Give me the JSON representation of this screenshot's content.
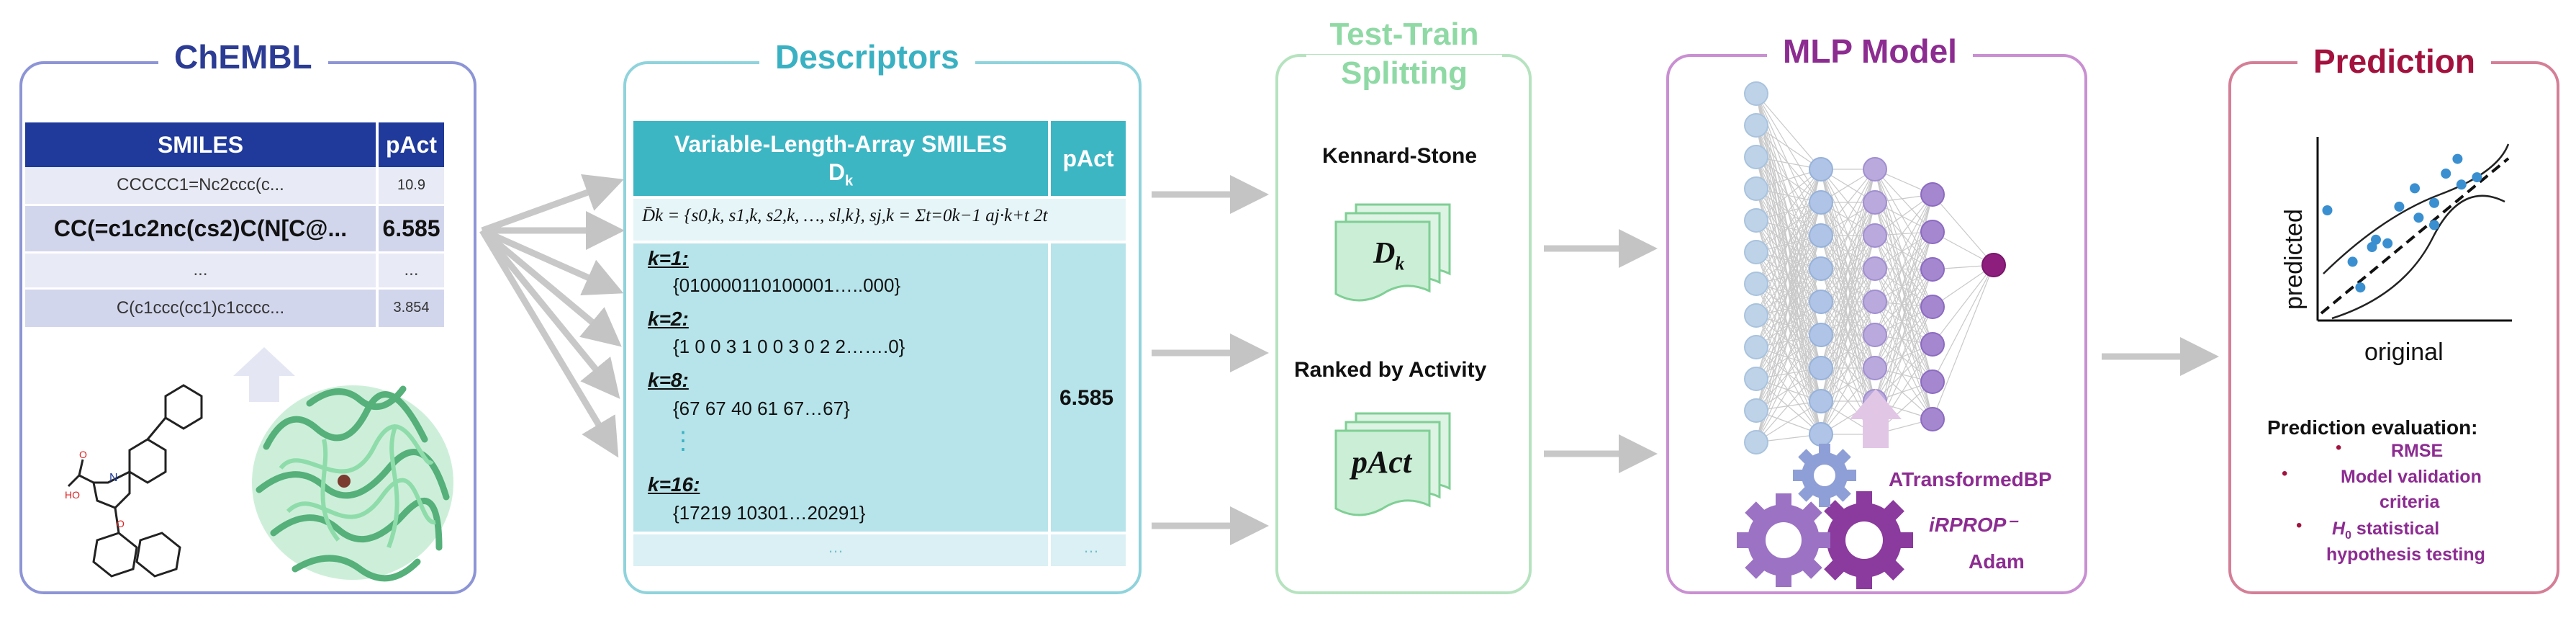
{
  "chembl": {
    "title": "ChEMBL",
    "headers": [
      "SMILES",
      "pAct"
    ],
    "rows": [
      {
        "smiles": "CCCCC1=Nc2ccc(c...",
        "pact": "10.9"
      },
      {
        "smiles": "CC(=c1c2nc(cs2)C(N[C@...",
        "pact": "6.585"
      },
      {
        "smiles": "...",
        "pact": "..."
      },
      {
        "smiles": "C(c1ccc(cc1)c1cccc...",
        "pact": "3.854"
      }
    ],
    "mol_atoms": [
      "N",
      "HO",
      "O",
      "O"
    ]
  },
  "descriptors": {
    "title": "Descriptors",
    "header_main": "Variable-Length-Array SMILES",
    "header_sub": "D",
    "header_sub_index": "k",
    "header_pact": "pAct",
    "formula": "D̄k = {s0,k, s1,k, s2,k, …, sl,k}, sj,k = Σt=0k−1 aj·k+t 2t",
    "entries": [
      {
        "k": "k=1:",
        "value": "{010000110100001…..000}"
      },
      {
        "k": "k=2:",
        "value": "{1 0 0 3 1 0 0 3 0 2 2…….0}"
      },
      {
        "k": "k=8:",
        "value": "{67 67 40 61 67…67}"
      },
      {
        "k": "k=16:",
        "value": "{17219 10301…20291}"
      }
    ],
    "ellipsis_v": "⋮",
    "pact_value": "6.585",
    "footer_left": "…",
    "footer_right": "…"
  },
  "split": {
    "title_line1": "Test-Train",
    "title_line2": "Splitting",
    "kennard": "Kennard-Stone",
    "doc1_main": "D",
    "doc1_sub": "k",
    "ranked": "Ranked by Activity",
    "doc2": "pAct"
  },
  "mlp": {
    "title": "MLP Model",
    "alg1": "ATransformedBP",
    "alg2": "iRPROP⁻",
    "alg3": "Adam"
  },
  "prediction": {
    "title": "Prediction",
    "ylabel": "predicted",
    "xlabel": "original",
    "eval_title": "Prediction evaluation:",
    "bullets": [
      "RMSE",
      "Model validation criteria",
      "H0 statistical hypothesis testing"
    ],
    "bullet2_line1": "Model validation",
    "bullet2_line2": "criteria",
    "bullet3_h": "H",
    "bullet3_sub": "0",
    "bullet3_rest": " statistical",
    "bullet3_line2": "hypothesis testing",
    "points": [
      [
        0.05,
        0.6
      ],
      [
        0.18,
        0.32
      ],
      [
        0.22,
        0.18
      ],
      [
        0.28,
        0.4
      ],
      [
        0.3,
        0.44
      ],
      [
        0.36,
        0.42
      ],
      [
        0.42,
        0.62
      ],
      [
        0.5,
        0.72
      ],
      [
        0.52,
        0.56
      ],
      [
        0.6,
        0.64
      ],
      [
        0.66,
        0.8
      ],
      [
        0.72,
        0.88
      ],
      [
        0.74,
        0.74
      ],
      [
        0.82,
        0.78
      ],
      [
        0.6,
        0.52
      ]
    ]
  },
  "colors": {
    "chembl": "#8D95D6",
    "chembl_title": "#2C3C94",
    "chembl_header": "#1F3A9B",
    "descriptors": "#8FD3DC",
    "desc_title": "#3AB1C2",
    "desc_header": "#3DB6C4",
    "desc_body": "#B6E4EA",
    "split": "#B6E3BF",
    "split_title": "#8FD9A5",
    "mlp": "#C98FD2",
    "mlp_title": "#8C2C91",
    "prediction": "#D47F97",
    "pred_title": "#A3123E"
  }
}
